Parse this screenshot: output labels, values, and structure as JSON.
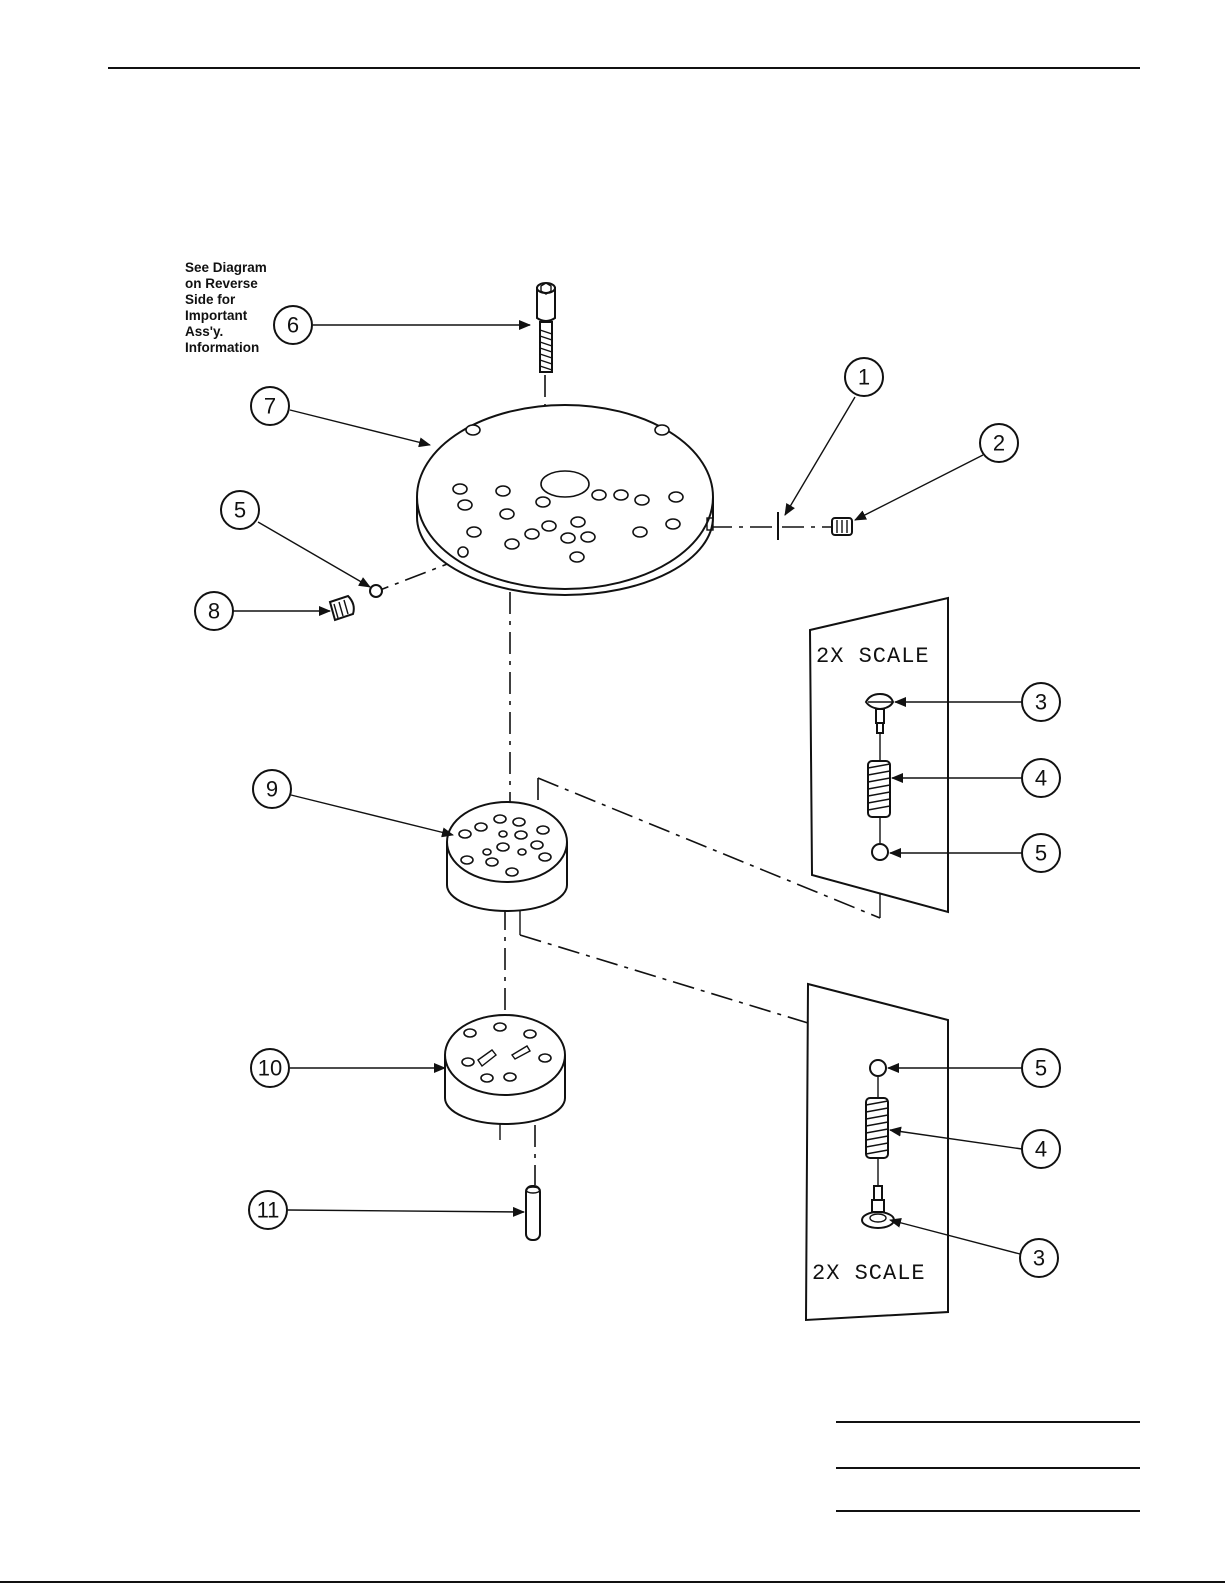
{
  "note": {
    "lines": [
      "See Diagram",
      "on Reverse",
      "Side for",
      "Important",
      "Ass'y.",
      "Information"
    ]
  },
  "callouts": {
    "c1": "1",
    "c2": "2",
    "c3_top": "3",
    "c4_top": "4",
    "c5_top": "5",
    "c5_left": "5",
    "c6": "6",
    "c7": "7",
    "c8": "8",
    "c9": "9",
    "c10": "10",
    "c11": "11",
    "c5_bottom": "5",
    "c4_bottom": "4",
    "c3_bottom": "3"
  },
  "detail_panels": {
    "top_label": "2X SCALE",
    "bottom_label": "2X SCALE"
  }
}
